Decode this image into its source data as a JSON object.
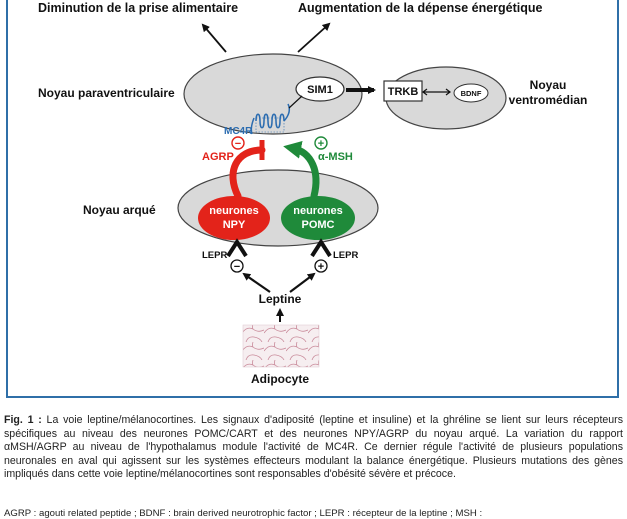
{
  "effects": {
    "left": "Diminution de la prise alimentaire",
    "right": "Augmentation de la dépense énergétique"
  },
  "nuclei": {
    "paraventricular": "Noyau paraventriculaire",
    "ventromedial_line1": "Noyau",
    "ventromedial_line2": "ventromédian",
    "arcuate": "Noyau arqué"
  },
  "nodes": {
    "sim1": "SIM1",
    "trkb": "TRKB",
    "bdnf": "BDNF",
    "mc4r": "MC4R",
    "npy_line1": "neurones",
    "npy_line2": "NPY",
    "pomc_line1": "neurones",
    "pomc_line2": "POMC",
    "leptin": "Leptine",
    "adipocyte": "Adipocyte",
    "lepr_left": "LEPR",
    "lepr_right": "LEPR"
  },
  "signals": {
    "agrp": "AGRP",
    "amsh": "α-MSH",
    "minus": "−",
    "plus": "+"
  },
  "colors": {
    "npy_red": "#e3231a",
    "pomc_green": "#1f8a3a",
    "nucleus_gray": "#d9d9d9",
    "frame_blue": "#2f6fa8",
    "mc4r_blue": "#2b6cb0"
  },
  "caption": {
    "label": "Fig. 1 :",
    "text": "La voie leptine/mélanocortines. Les signaux d'adiposité (leptine et insuline) et la ghréline se lient sur leurs récepteurs spécifiques au niveau des neurones POMC/CART et des neurones NPY/AGRP du noyau arqué. La variation du rapport αMSH/AGRP au niveau de l'hypothalamus module l'activité de MC4R. Ce dernier régule l'activité de plusieurs populations neuronales en aval qui agissent sur les systèmes effecteurs modulant la balance énergétique. Plusieurs mutations des gènes impliqués dans cette voie leptine/mélanocortines sont responsables d'obésité sévère et précoce."
  },
  "footnote": "AGRP : agouti related peptide ; BDNF : brain derived neurotrophic factor ; LEPR : récepteur de la leptine ; MSH :"
}
